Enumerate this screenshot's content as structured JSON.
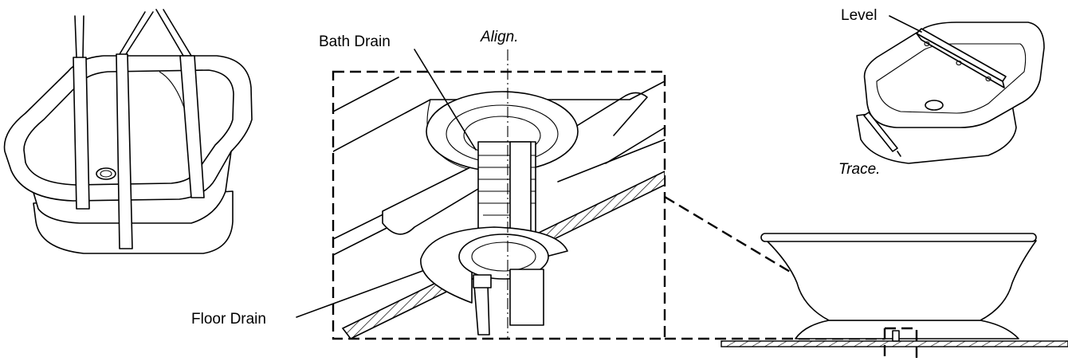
{
  "labels": {
    "bath_drain": "Bath Drain",
    "align": "Align.",
    "floor_drain": "Floor Drain",
    "level": "Level",
    "trace": "Trace."
  }
}
